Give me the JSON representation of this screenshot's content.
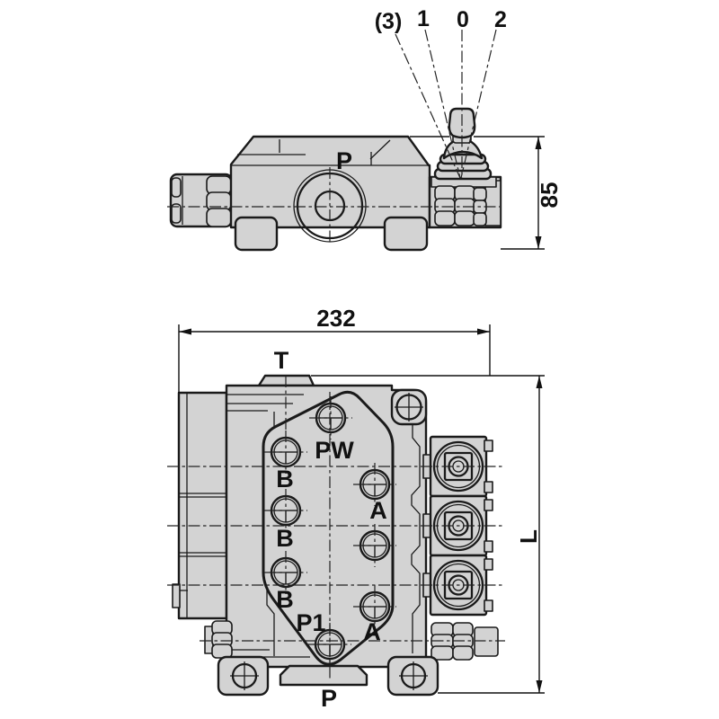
{
  "title": "Directional control valve dimensional drawing",
  "colors": {
    "body_fill": "#d3d3d3",
    "line": "#1a1a1a",
    "background": "#ffffff"
  },
  "side_view": {
    "lever_positions": [
      "(3)",
      "1",
      "0",
      "2"
    ],
    "pressure_port": "P",
    "height_dimension": "85"
  },
  "plan_view": {
    "width_dimension": "232",
    "length_dimension": "L",
    "tank_port": "T",
    "power_beyond_port": "PW",
    "work_ports_b": [
      "B",
      "B",
      "B"
    ],
    "work_ports_a": [
      "A",
      "A"
    ],
    "p1_port": "P1",
    "pressure_port": "P"
  }
}
